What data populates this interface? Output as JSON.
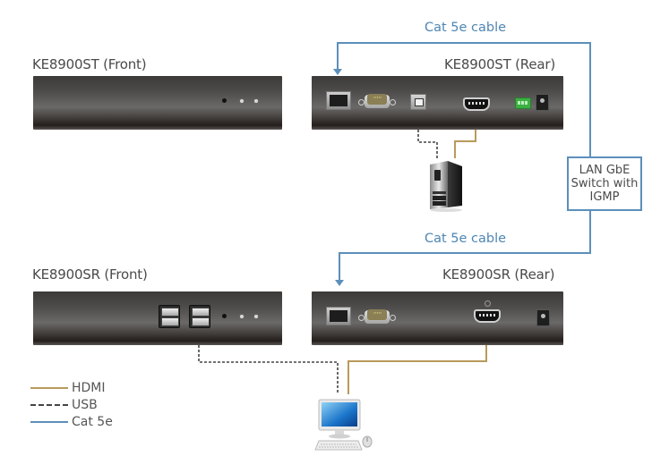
{
  "devices": {
    "st_front": {
      "title": "KE8900ST (Front)"
    },
    "st_rear": {
      "title": "KE8900ST (Rear)"
    },
    "sr_front": {
      "title": "KE8900SR (Front)"
    },
    "sr_rear": {
      "title": "KE8900SR (Rear)"
    }
  },
  "cables": {
    "top_label": "Cat 5e cable",
    "bottom_label": "Cat 5e cable"
  },
  "switch": {
    "line1": "LAN GbE",
    "line2": "Switch with",
    "line3": "IGMP"
  },
  "legend": {
    "items": [
      {
        "label": "HDMI",
        "color": "#b89a5a",
        "style": "solid"
      },
      {
        "label": "USB",
        "color": "#444444",
        "style": "dashed"
      },
      {
        "label": "Cat 5e",
        "color": "#5c8fbb",
        "style": "solid"
      }
    ]
  },
  "colors": {
    "hdmi": "#b89a5a",
    "usb": "#444444",
    "cat5e": "#5c8fbb"
  }
}
